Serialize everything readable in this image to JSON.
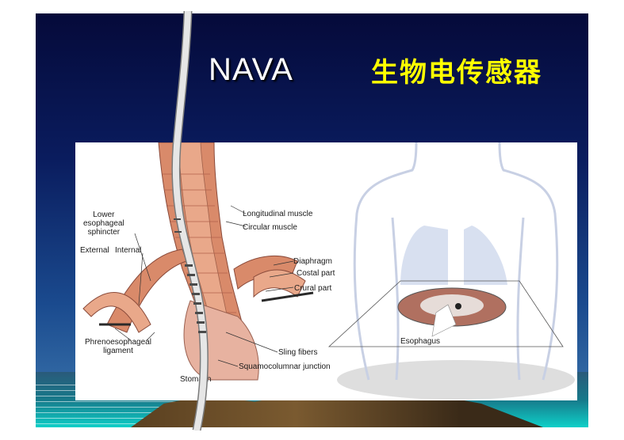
{
  "slide": {
    "title_en": "NAVA",
    "title_zh": "生物电传感器"
  },
  "labels": {
    "lower_sphincter": "Lower\nesophageal\nsphincter",
    "external": "External",
    "internal": "Internal",
    "phrenoesophageal": "Phrenoesophageal\nligament",
    "stomach": "Stomach",
    "longitudinal": "Longitudinal muscle",
    "circular": "Circular muscle",
    "diaphragm": "Diaphragm",
    "costal": "Costal part",
    "crural": "Crural part",
    "sling": "Sling fibers",
    "squamo": "Squamocolumnar junction",
    "esophagus": "Esophagus"
  },
  "colors": {
    "title_zh": "#ffff00",
    "title_en": "#ffffff",
    "muscle": "#d98a6a"
  }
}
